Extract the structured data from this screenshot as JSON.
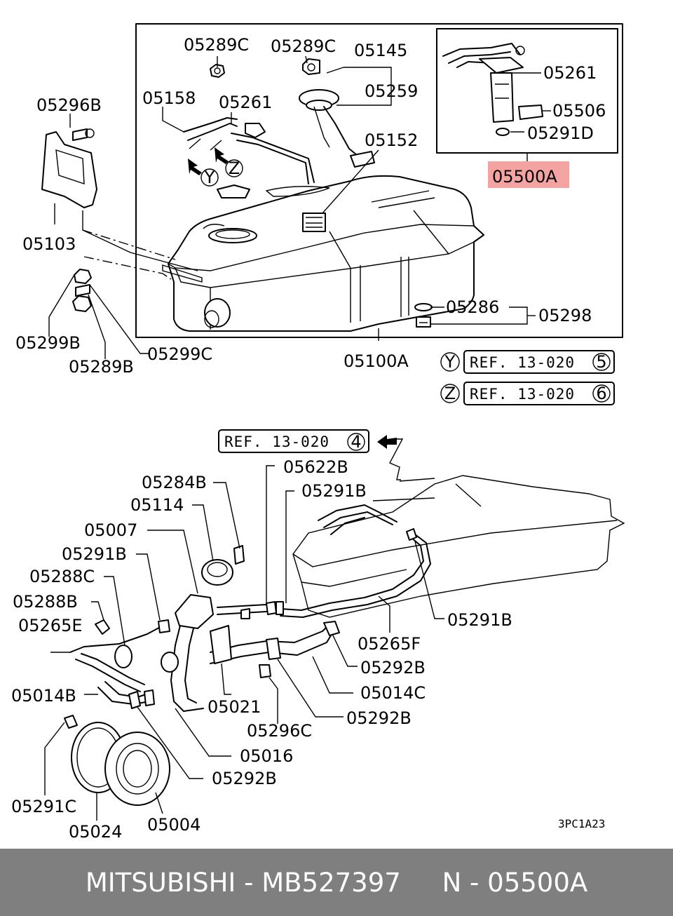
{
  "labels": {
    "05289C_a": "05289C",
    "05289C_b": "05289C",
    "05145": "05145",
    "05259": "05259",
    "05296B": "05296B",
    "05158": "05158",
    "05261_a": "05261",
    "05152": "05152",
    "05103": "05103",
    "05299B": "05299B",
    "05289B": "05289B",
    "05299C": "05299C",
    "05100A": "05100A",
    "05286": "05286",
    "05298": "05298",
    "05261_b": "05261",
    "05506": "05506",
    "05291D": "05291D",
    "05500A": "05500A",
    "05622B": "05622B",
    "05291B_a": "05291B",
    "05284B": "05284B",
    "05114": "05114",
    "05007": "05007",
    "05291B_b": "05291B",
    "05288C": "05288C",
    "05288B": "05288B",
    "05265E": "05265E",
    "05014B": "05014B",
    "05291C": "05291C",
    "05024": "05024",
    "05004": "05004",
    "05016": "05016",
    "05292B_a": "05292B",
    "05021": "05021",
    "05296C": "05296C",
    "05292B_b": "05292B",
    "05014C": "05014C",
    "05292B_c": "05292B",
    "05265F": "05265F",
    "05291B_c": "05291B"
  },
  "markers": {
    "y": "Y",
    "z": "Z"
  },
  "refs": {
    "ref_y": {
      "marker": "Y",
      "text": "REF. 13-020",
      "num": "5"
    },
    "ref_z": {
      "marker": "Z",
      "text": "REF. 13-020",
      "num": "6"
    },
    "ref_4": {
      "text": "REF. 13-020",
      "num": "4"
    }
  },
  "diagram_code": "3PC1A23",
  "highlight_color": "#f4a3a3",
  "footer": {
    "brand": "MITSUBISHI",
    "sep1": " - ",
    "part_number": "MB527397",
    "gap": "     ",
    "position": "N",
    "sep2": " - ",
    "callout": "05500A"
  }
}
